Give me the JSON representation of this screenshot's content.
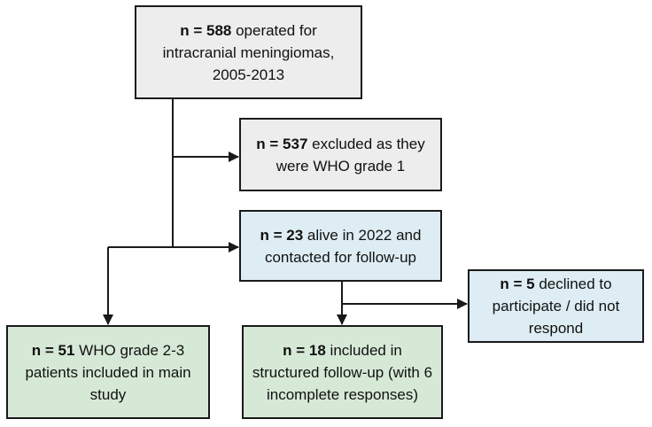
{
  "colors": {
    "line": "#1a1a1a",
    "border": "#1a1a1a",
    "gray_fill": "#ededed",
    "blue_fill": "#ddedf3",
    "green_fill": "#d6e9d6"
  },
  "boxes": [
    {
      "n": "n = 588",
      "rest": " operated for intracranial meningiomas, 2005-2013",
      "fill": "#ededed"
    },
    {
      "n": "n = 537",
      "rest": " excluded as they were WHO grade 1",
      "fill": "#ededed"
    },
    {
      "n": "n = 23",
      "rest": " alive in 2022 and contacted for follow-up",
      "fill": "#ddedf3"
    },
    {
      "n": "n = 51",
      "rest": " WHO grade 2-3 patients included in main study",
      "fill": "#d6e9d6"
    },
    {
      "n": "n = 5",
      "rest": " declined to participate / did not respond",
      "fill": "#ddedf3"
    },
    {
      "n": "n = 18",
      "rest": " included in structured follow-up (with 6 incomplete responses)",
      "fill": "#d6e9d6"
    }
  ]
}
